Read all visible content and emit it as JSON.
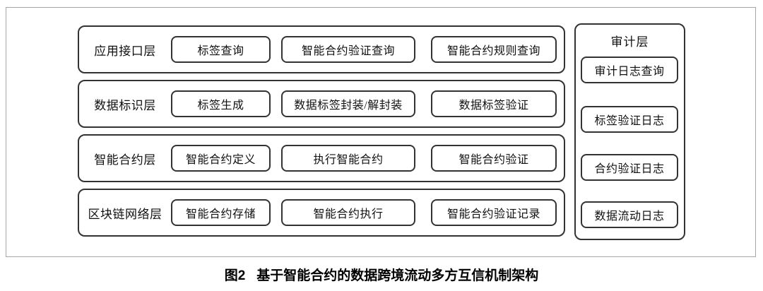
{
  "diagram": {
    "layers": [
      {
        "label": "应用接口层",
        "boxes": [
          "标签查询",
          "智能合约验证查询",
          "智能合约规则查询"
        ]
      },
      {
        "label": "数据标识层",
        "boxes": [
          "标签生成",
          "数据标签封装/解封装",
          "数据标签验证"
        ]
      },
      {
        "label": "智能合约层",
        "boxes": [
          "智能合约定义",
          "执行智能合约",
          "智能合约验证"
        ]
      },
      {
        "label": "区块链网络层",
        "boxes": [
          "智能合约存储",
          "智能合约执行",
          "智能合约验证记录"
        ]
      }
    ],
    "audit": {
      "title": "审计层",
      "boxes": [
        "审计日志查询",
        "标签验证日志",
        "合约验证日志",
        "数据流动日志"
      ]
    }
  },
  "caption": {
    "figure_label": "图2",
    "text": "基于智能合约的数据跨境流动多方互信机制架构"
  },
  "colors": {
    "border_dark": "#333333",
    "border_light": "#a6a6a6",
    "text": "#111111",
    "background": "#ffffff"
  }
}
